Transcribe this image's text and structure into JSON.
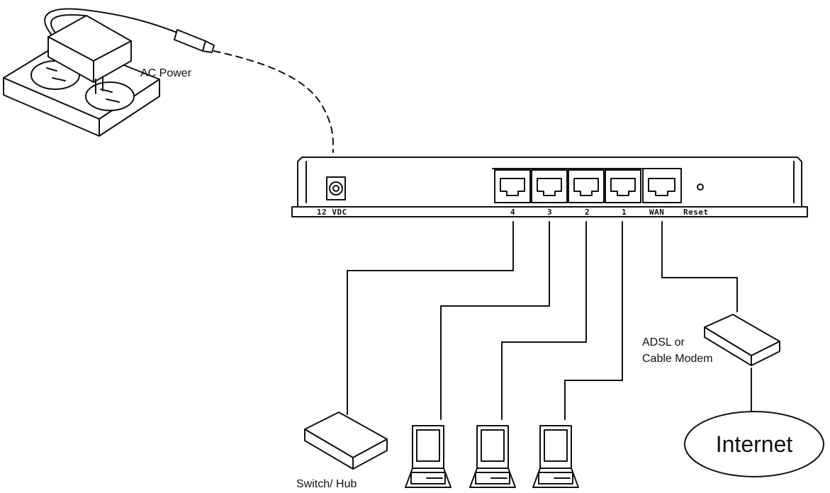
{
  "labels": {
    "ac_power": "AC Power",
    "vdc": "12 VDC",
    "port_4": "4",
    "port_3": "3",
    "port_2": "2",
    "port_1": "1",
    "wan": "WAN",
    "reset": "Reset",
    "modem_line1": "ADSL or",
    "modem_line2": "Cable Modem",
    "internet": "Internet",
    "switch_hub": "Switch/ Hub"
  }
}
